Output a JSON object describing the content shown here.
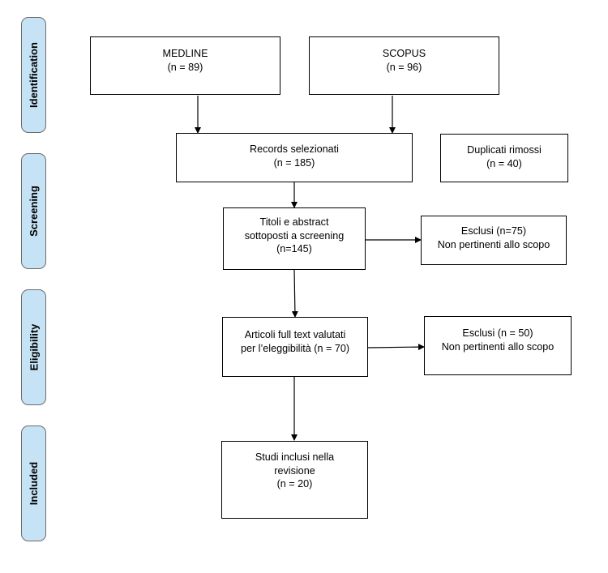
{
  "phases": {
    "identification": "Identification",
    "screening": "Screening",
    "eligibility": "Eligibility",
    "included": "Included"
  },
  "boxes": {
    "medline": [
      "MEDLINE",
      "(n = 89)"
    ],
    "scopus": [
      "SCOPUS",
      "(n = 96)"
    ],
    "records": [
      "Records selezionati",
      "(n = 185)"
    ],
    "duplicates": [
      "Duplicati rimossi",
      "(n = 40)"
    ],
    "screened": [
      "Titoli e abstract",
      "sottoposti a screening",
      "(n=145)"
    ],
    "excluded_screening": [
      "Esclusi (n=75)",
      "Non pertinenti allo scopo"
    ],
    "fulltext": [
      "Articoli full text valutati",
      "per l’eleggibilità (n = 70)"
    ],
    "excluded_eligibility": [
      "Esclusi (n = 50)",
      "Non pertinenti allo scopo"
    ],
    "included": [
      "Studi inclusi nella",
      "revisione",
      "(n = 20)"
    ]
  },
  "colors": {
    "phase_fill": "#c6e3f6",
    "phase_border": "#6b6b6b",
    "box_border": "#000000"
  }
}
